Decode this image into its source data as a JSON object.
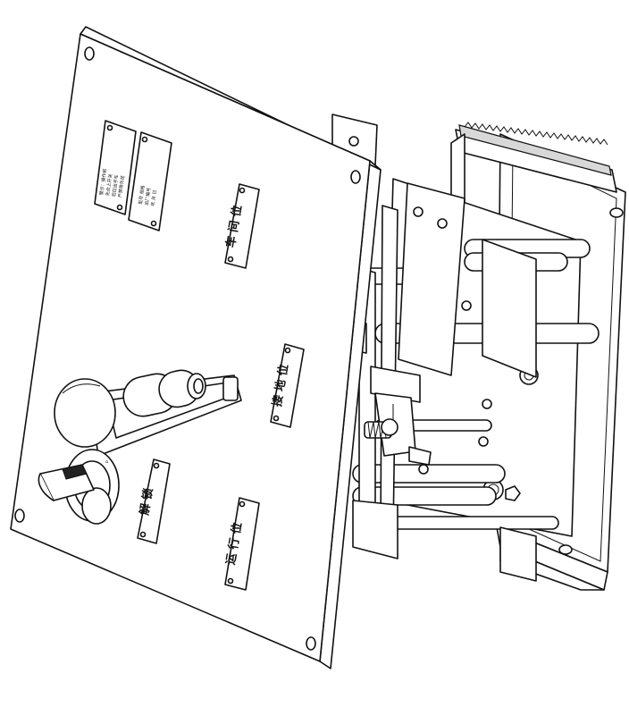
{
  "labels": {
    "test_position": "车 间 位",
    "ground_position": "接 地 位",
    "unlock_lock": "解 锁",
    "run_position": "运 行 位"
  },
  "warning_plate": [
    "警示：操作前",
    "先合上开关",
    "后拉出手车",
    "严禁带负荷"
  ],
  "rating_plate": [
    "型号 规格",
    "出厂编号",
    "年 月 日"
  ],
  "icons": [
    "mounting-hole-icon",
    "crank-handle-icon",
    "key-switch-icon",
    "bolt-icon"
  ]
}
